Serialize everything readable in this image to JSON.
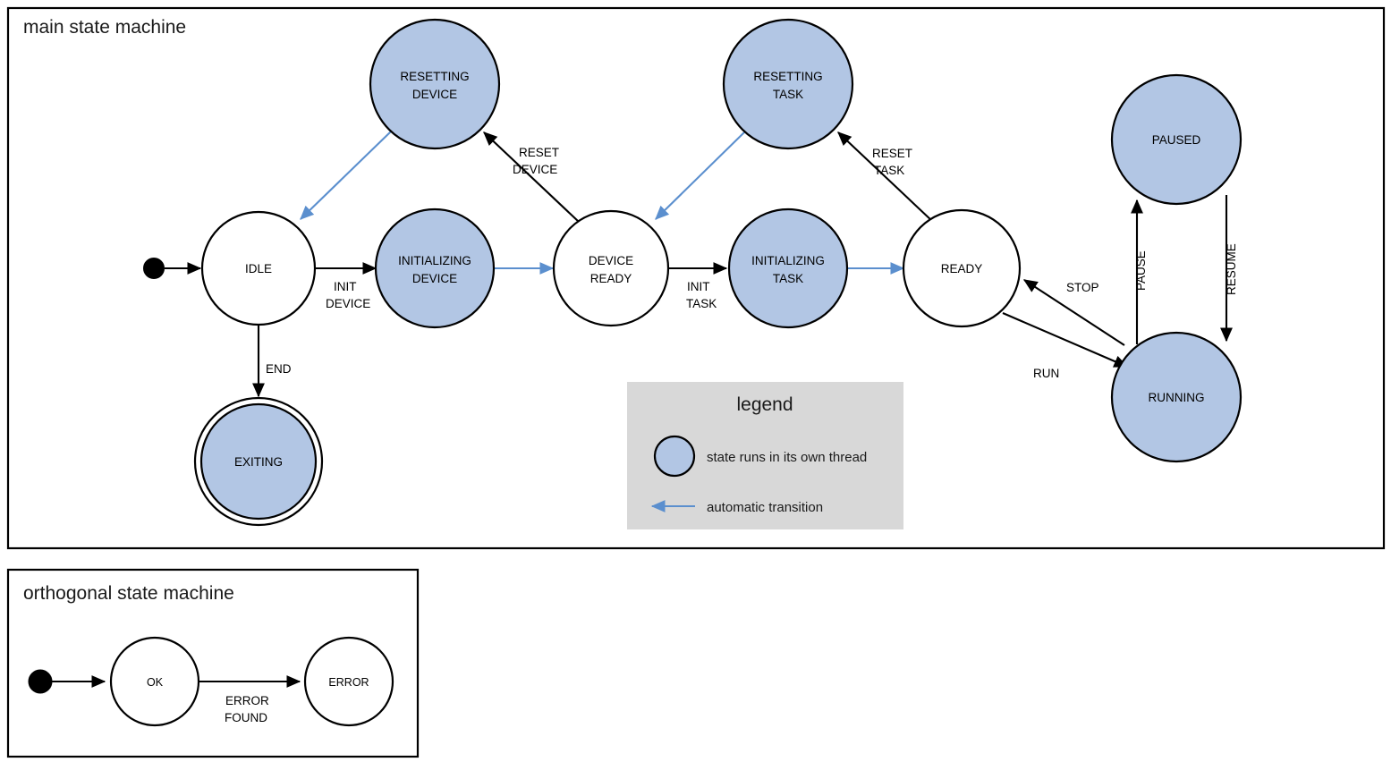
{
  "diagram": {
    "type": "uml-state-machine",
    "frames": [
      {
        "id": "main",
        "title": "main state machine"
      },
      {
        "id": "orthogonal",
        "title": "orthogonal state machine"
      }
    ],
    "colors": {
      "thread_state_fill": "#b2c6e4",
      "state_stroke": "#000000",
      "auto_transition": "#5b8fce",
      "legend_background": "#d8d8d8",
      "page_background": "#ffffff"
    }
  },
  "main_machine": {
    "title": "main state machine",
    "states": [
      {
        "id": "idle",
        "label": "IDLE",
        "label_lines": [
          "IDLE"
        ],
        "threaded": false,
        "final": false
      },
      {
        "id": "resetting_device",
        "label": "RESETTING DEVICE",
        "label_lines": [
          "RESETTING",
          "DEVICE"
        ],
        "threaded": true,
        "final": false
      },
      {
        "id": "initializing_device",
        "label": "INITIALIZING DEVICE",
        "label_lines": [
          "INITIALIZING",
          "DEVICE"
        ],
        "threaded": true,
        "final": false
      },
      {
        "id": "device_ready",
        "label": "DEVICE READY",
        "label_lines": [
          "DEVICE",
          "READY"
        ],
        "threaded": false,
        "final": false
      },
      {
        "id": "resetting_task",
        "label": "RESETTING TASK",
        "label_lines": [
          "RESETTING",
          "TASK"
        ],
        "threaded": true,
        "final": false
      },
      {
        "id": "initializing_task",
        "label": "INITIALIZING TASK",
        "label_lines": [
          "INITIALIZING",
          "TASK"
        ],
        "threaded": true,
        "final": false
      },
      {
        "id": "ready",
        "label": "READY",
        "label_lines": [
          "READY"
        ],
        "threaded": false,
        "final": false
      },
      {
        "id": "paused",
        "label": "PAUSED",
        "label_lines": [
          "PAUSED"
        ],
        "threaded": true,
        "final": false
      },
      {
        "id": "running",
        "label": "RUNNING",
        "label_lines": [
          "RUNNING"
        ],
        "threaded": true,
        "final": false
      },
      {
        "id": "exiting",
        "label": "EXITING",
        "label_lines": [
          "EXITING"
        ],
        "threaded": true,
        "final": true
      }
    ],
    "transitions": [
      {
        "from": "start",
        "to": "idle",
        "label": "",
        "label_lines": [],
        "automatic": false
      },
      {
        "from": "idle",
        "to": "initializing_device",
        "label": "INIT DEVICE",
        "label_lines": [
          "INIT",
          "DEVICE"
        ],
        "automatic": false
      },
      {
        "from": "initializing_device",
        "to": "device_ready",
        "label": "",
        "label_lines": [],
        "automatic": true
      },
      {
        "from": "device_ready",
        "to": "resetting_device",
        "label": "RESET DEVICE",
        "label_lines": [
          "RESET",
          "DEVICE"
        ],
        "automatic": false
      },
      {
        "from": "resetting_device",
        "to": "idle",
        "label": "",
        "label_lines": [],
        "automatic": true
      },
      {
        "from": "idle",
        "to": "exiting",
        "label": "END",
        "label_lines": [
          "END"
        ],
        "automatic": false
      },
      {
        "from": "device_ready",
        "to": "initializing_task",
        "label": "INIT TASK",
        "label_lines": [
          "INIT",
          "TASK"
        ],
        "automatic": false
      },
      {
        "from": "initializing_task",
        "to": "ready",
        "label": "",
        "label_lines": [],
        "automatic": true
      },
      {
        "from": "ready",
        "to": "resetting_task",
        "label": "RESET TASK",
        "label_lines": [
          "RESET",
          "TASK"
        ],
        "automatic": false
      },
      {
        "from": "resetting_task",
        "to": "device_ready",
        "label": "",
        "label_lines": [],
        "automatic": true
      },
      {
        "from": "ready",
        "to": "running",
        "label": "RUN",
        "label_lines": [
          "RUN"
        ],
        "automatic": false
      },
      {
        "from": "running",
        "to": "ready",
        "label": "STOP",
        "label_lines": [
          "STOP"
        ],
        "automatic": false
      },
      {
        "from": "running",
        "to": "paused",
        "label": "PAUSE",
        "label_lines": [
          "PAUSE"
        ],
        "automatic": false
      },
      {
        "from": "paused",
        "to": "running",
        "label": "RESUME",
        "label_lines": [
          "RESUME"
        ],
        "automatic": false
      }
    ],
    "labels": {
      "init_device_1": "INIT",
      "init_device_2": "DEVICE",
      "reset_device_1": "RESET",
      "reset_device_2": "DEVICE",
      "end": "END",
      "init_task_1": "INIT",
      "init_task_2": "TASK",
      "reset_task_1": "RESET",
      "reset_task_2": "TASK",
      "run": "RUN",
      "stop": "STOP",
      "pause": "PAUSE",
      "resume": "RESUME"
    },
    "state_labels": {
      "idle": "IDLE",
      "resetting_device_1": "RESETTING",
      "resetting_device_2": "DEVICE",
      "initializing_device_1": "INITIALIZING",
      "initializing_device_2": "DEVICE",
      "device_ready_1": "DEVICE",
      "device_ready_2": "READY",
      "resetting_task_1": "RESETTING",
      "resetting_task_2": "TASK",
      "initializing_task_1": "INITIALIZING",
      "initializing_task_2": "TASK",
      "ready": "READY",
      "paused": "PAUSED",
      "running": "RUNNING",
      "exiting": "EXITING"
    }
  },
  "legend": {
    "title": "legend",
    "entries": [
      {
        "icon": "blue-circle-swatch",
        "text": "state runs in its own thread"
      },
      {
        "icon": "blue-arrow-swatch",
        "text": "automatic transition"
      }
    ],
    "entry_1_text": "state runs in its own thread",
    "entry_2_text": "automatic transition"
  },
  "orthogonal_machine": {
    "title": "orthogonal state machine",
    "states": [
      {
        "id": "ok",
        "label": "OK"
      },
      {
        "id": "error",
        "label": "ERROR"
      }
    ],
    "transitions": [
      {
        "from": "start",
        "to": "ok",
        "label": "",
        "label_lines": []
      },
      {
        "from": "ok",
        "to": "error",
        "label": "ERROR FOUND",
        "label_lines": [
          "ERROR",
          "FOUND"
        ]
      }
    ],
    "state_labels": {
      "ok": "OK",
      "error": "ERROR"
    },
    "labels": {
      "error_found_1": "ERROR",
      "error_found_2": "FOUND"
    }
  }
}
